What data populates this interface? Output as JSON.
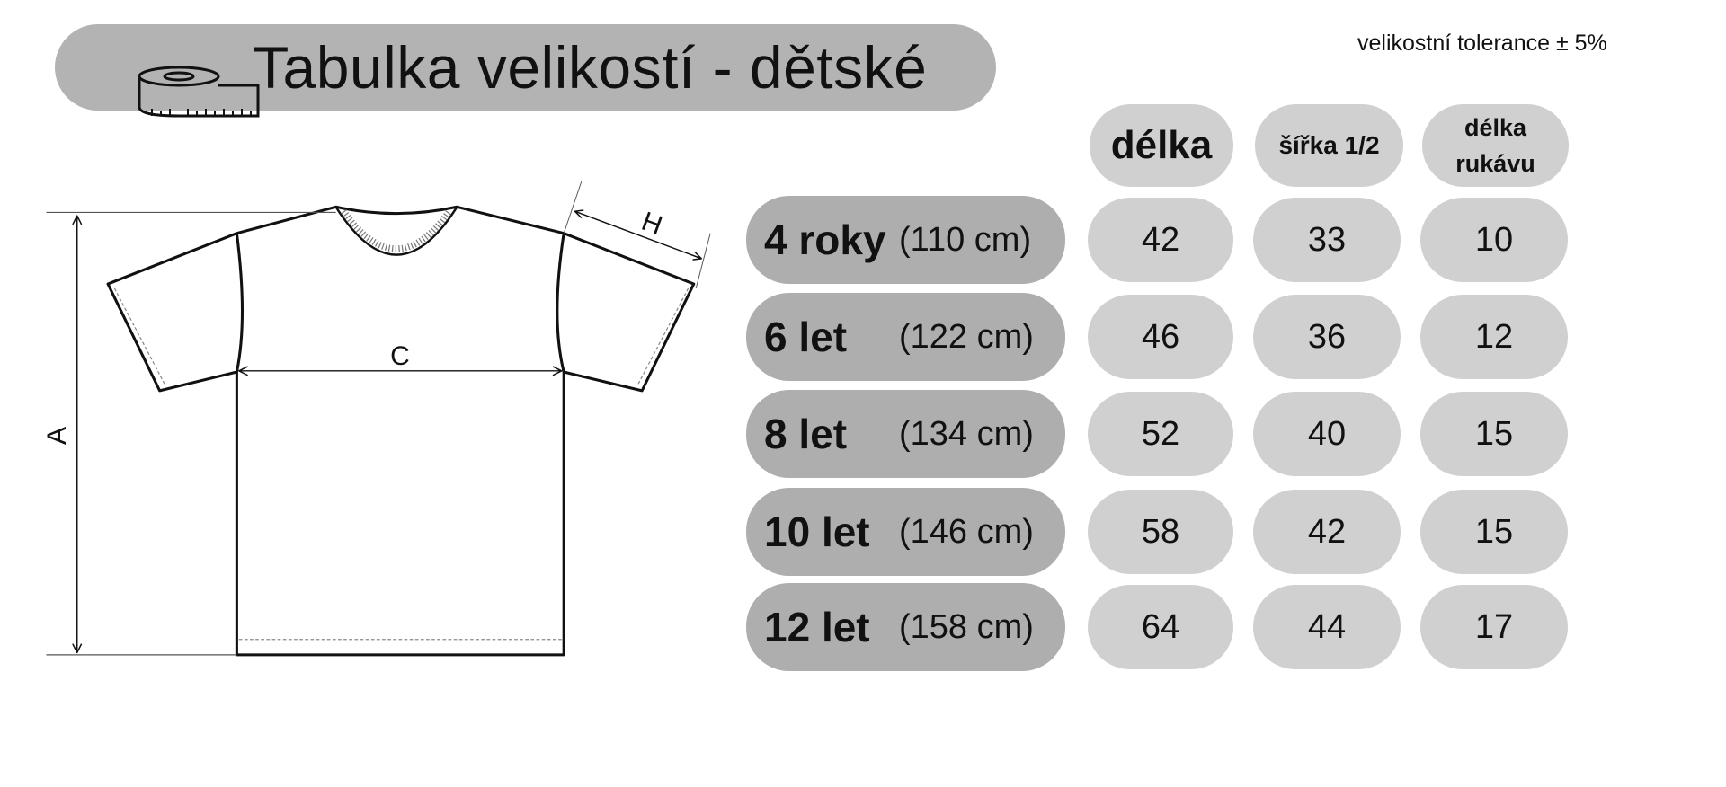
{
  "title": "Tabulka velikostí - dětské",
  "tolerance": "velikostní tolerance ± 5%",
  "diagram": {
    "labels": {
      "a": "A",
      "c": "C",
      "h": "H"
    }
  },
  "headers": [
    "délka",
    "šířka 1/2",
    "délka rukávu"
  ],
  "rows": [
    {
      "size": "4 roky",
      "height": "(110 cm)",
      "values": [
        "42",
        "33",
        "10"
      ]
    },
    {
      "size": "6 let",
      "height": "(122 cm)",
      "values": [
        "46",
        "36",
        "12"
      ]
    },
    {
      "size": "8 let",
      "height": "(134 cm)",
      "values": [
        "52",
        "40",
        "15"
      ]
    },
    {
      "size": "10 let",
      "height": "(146 cm)",
      "values": [
        "58",
        "42",
        "15"
      ]
    },
    {
      "size": "12 let",
      "height": "(158 cm)",
      "values": [
        "64",
        "44",
        "17"
      ]
    }
  ]
}
